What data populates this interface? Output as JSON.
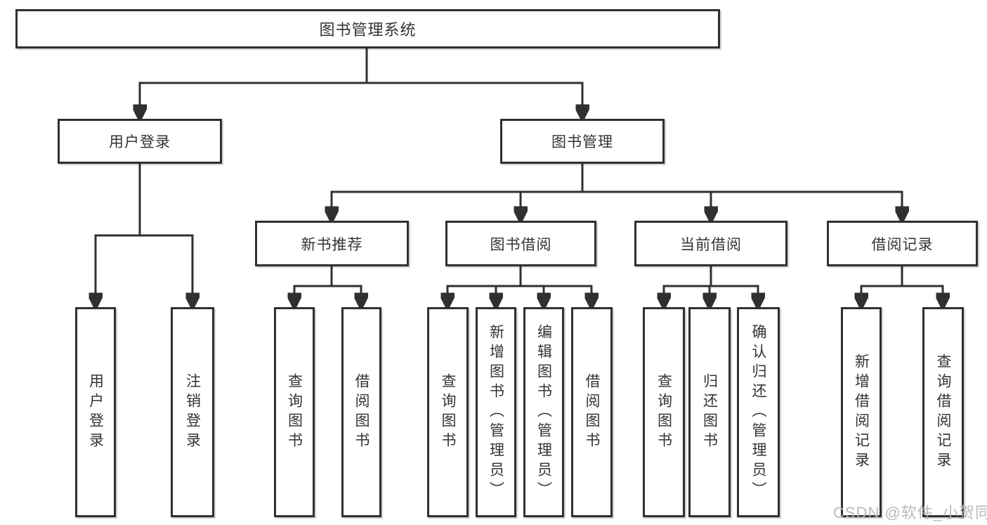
{
  "colors": {
    "line": "#303030",
    "box_border": "#303030",
    "text": "#333333",
    "background": "#ffffff",
    "watermark_text": "#b5b5b5"
  },
  "watermark": "CSDN @软件_小贺同学",
  "tree": {
    "root": {
      "label": "图书管理系统",
      "children": [
        {
          "label": "用户登录",
          "children": [
            {
              "label": "用户登录"
            },
            {
              "label": "注销登录"
            }
          ]
        },
        {
          "label": "图书管理",
          "children": [
            {
              "label": "新书推荐",
              "children": [
                {
                  "label": "查询图书"
                },
                {
                  "label": "借阅图书"
                }
              ]
            },
            {
              "label": "图书借阅",
              "children": [
                {
                  "label": "查询图书"
                },
                {
                  "label": "新增图书（管理员）"
                },
                {
                  "label": "编辑图书（管理员）"
                },
                {
                  "label": "借阅图书"
                }
              ]
            },
            {
              "label": "当前借阅",
              "children": [
                {
                  "label": "查询图书"
                },
                {
                  "label": "归还图书"
                },
                {
                  "label": "确认归还（管理员）"
                }
              ]
            },
            {
              "label": "借阅记录",
              "children": [
                {
                  "label": "新增借阅记录"
                },
                {
                  "label": "查询借阅记录"
                }
              ]
            }
          ]
        }
      ]
    }
  }
}
